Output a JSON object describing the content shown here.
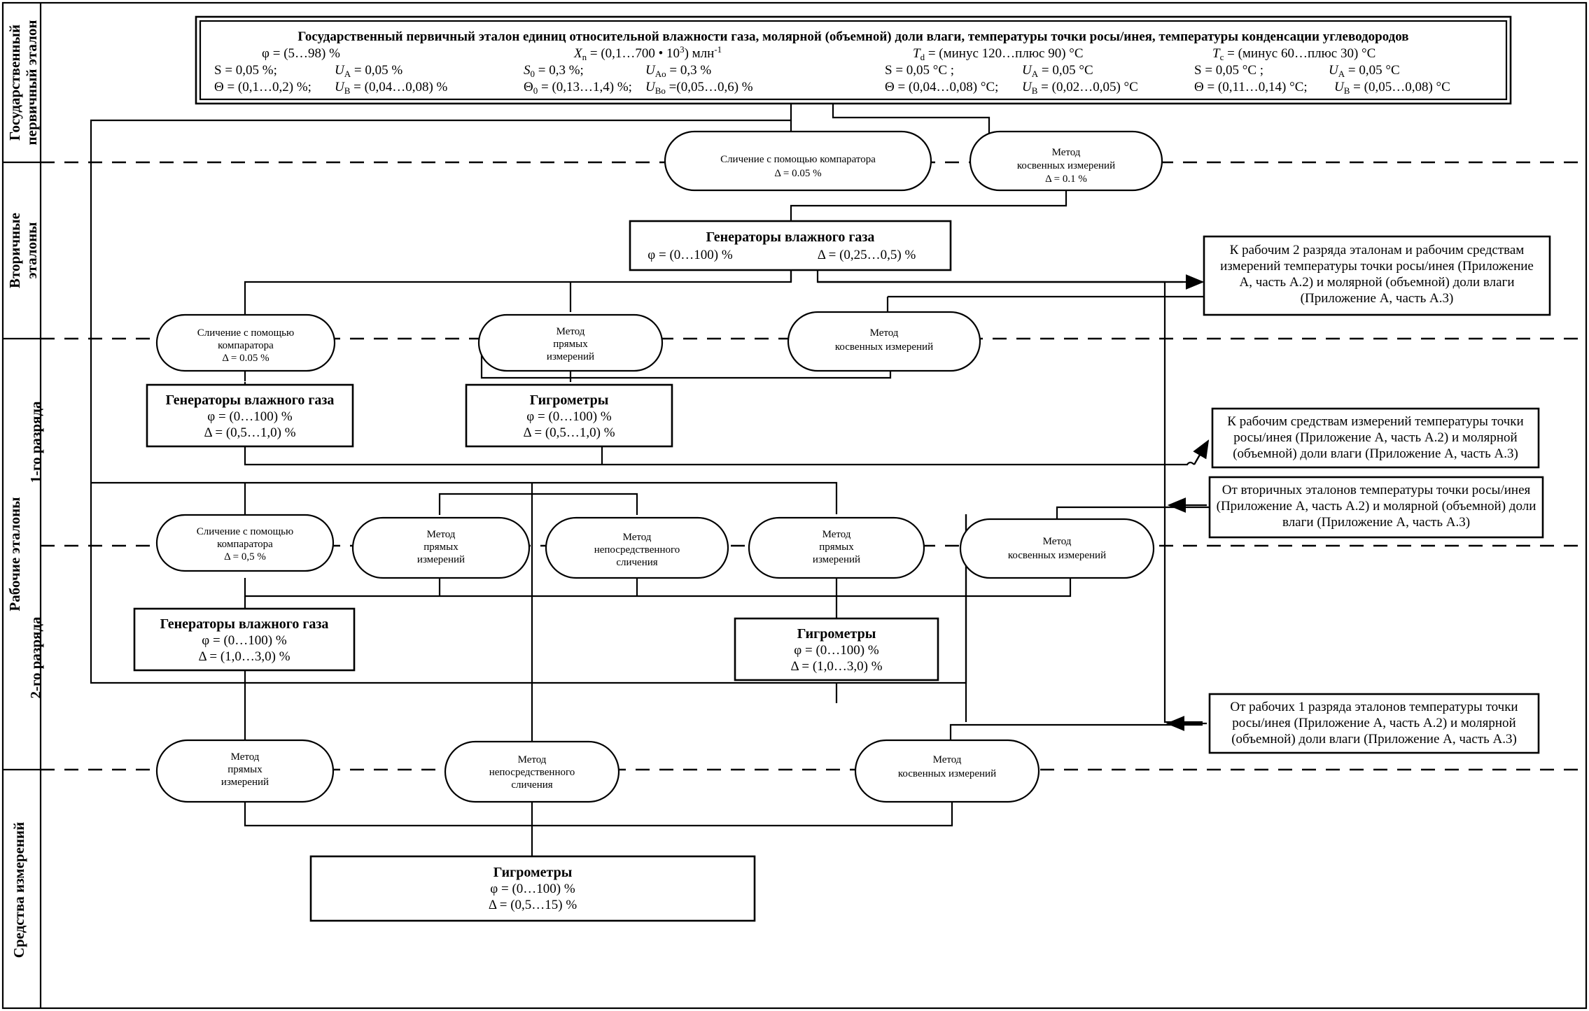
{
  "band_labels": {
    "primary_1": "Государственный",
    "primary_2": "первичный эталон",
    "secondary_1": "Вторичные",
    "secondary_2": "эталоны",
    "working": "Рабочие эталоны",
    "grade1": "1-го разряда",
    "grade2": "2-го разряда",
    "instruments": "Средства измерений"
  },
  "primary": {
    "title": "Государственный первичный эталон единиц относительной влажности газа, молярной (объемной) доли влаги, температуры точки росы/инея, температуры конденсации углеводородов",
    "c1": [
      "φ = (5…98) %",
      "S = 0,05 %;",
      "U",
      "A",
      " = 0,05 %",
      "Θ = (0,1…0,2) %;",
      "U",
      "B",
      " = (0,04…0,08) %"
    ],
    "c2": [
      "X",
      "n",
      " = (0,1…700 • 10",
      "3",
      ") млн",
      "-1",
      "S",
      "0",
      " = 0,3 %;",
      "U",
      "Ao",
      " = 0,3 %",
      "Θ",
      "0",
      " = (0,13…1,4) %;",
      "U",
      "Bo",
      " =(0,05…0,6) %"
    ],
    "c3": [
      "T",
      "d",
      " = (минус 120…плюс 90) °C",
      "S = 0,05 °C ;",
      "U",
      "A",
      " = 0,05 °C",
      "Θ = (0,04…0,08) °C;",
      "U",
      "B",
      " = (0,02…0,05) °C"
    ],
    "c4": [
      "T",
      "c",
      " = (минус 60…плюс 30) °C",
      "S = 0,05 °C ;",
      "U",
      "A",
      " = 0,05 °C",
      "Θ = (0,11…0,14) °C;",
      "U",
      "B",
      " = (0,05…0,08) °C"
    ]
  },
  "sec_comparator": [
    "Сличение с помощью компаратора",
    "Δ = 0.05 %"
  ],
  "sec_indirect": [
    "Метод",
    "косвенных измерений",
    "Δ = 0.1 %"
  ],
  "sec_gen": [
    "Генераторы влажного газа",
    "φ = (0…100) %",
    "Δ = (0,25…0,5) %"
  ],
  "note1": [
    "К рабочим 2 разряда эталонам и рабочим средствам",
    "измерений температуры точки росы/инея (Приложение",
    "А, часть А.2) и молярной (объемной) доли влаги",
    "(Приложение А, часть А.3)"
  ],
  "w1_comparator": [
    "Сличение с помощью",
    "компаратора",
    "Δ = 0.05 %"
  ],
  "w1_direct": [
    "Метод",
    "прямых",
    "измерений"
  ],
  "w1_indirect": [
    "Метод",
    "косвенных измерений"
  ],
  "w1_gen": [
    "Генераторы влажного газа",
    "φ = (0…100) %",
    "Δ = (0,5…1,0) %"
  ],
  "w1_hyg": [
    "Гигрометры",
    "φ = (0…100) %",
    "Δ = (0,5…1,0) %"
  ],
  "note2": [
    "К рабочим средствам измерений температуры точки",
    "росы/инея (Приложение А, часть А.2) и молярной",
    "(объемной) доли влаги (Приложение А, часть А.3)"
  ],
  "note3": [
    "От вторичных эталонов температуры точки росы/инея",
    "(Приложение А, часть А.2) и молярной (объемной) доли",
    "влаги (Приложение А, часть А.3)"
  ],
  "w2_comparator": [
    "Сличение с помощью",
    "компаратора",
    "Δ = 0,5 %"
  ],
  "w2_direct1": [
    "Метод",
    "прямых",
    "измерений"
  ],
  "w2_immediate": [
    "Метод",
    "непосредственного",
    "сличения"
  ],
  "w2_direct2": [
    "Метод",
    "прямых",
    "измерений"
  ],
  "w2_indirect": [
    "Метод",
    "косвенных измерений"
  ],
  "w2_gen": [
    "Генераторы влажного газа",
    "φ = (0…100) %",
    "Δ = (1,0…3,0) %"
  ],
  "w2_hyg": [
    "Гигрометры",
    "φ = (0…100) %",
    "Δ = (1,0…3,0) %"
  ],
  "note4": [
    "От рабочих 1 разряда эталонов температуры точки",
    "росы/инея (Приложение А, часть А.2) и молярной",
    "(объемной) доли влаги (Приложение А, часть А.3)"
  ],
  "m_direct": [
    "Метод",
    "прямых",
    "измерений"
  ],
  "m_immediate": [
    "Метод",
    "непосредственного",
    "сличения"
  ],
  "m_indirect": [
    "Метод",
    "косвенных измерений"
  ],
  "final": [
    "Гигрометры",
    "φ = (0…100) %",
    "Δ = (0,5…15) %"
  ]
}
